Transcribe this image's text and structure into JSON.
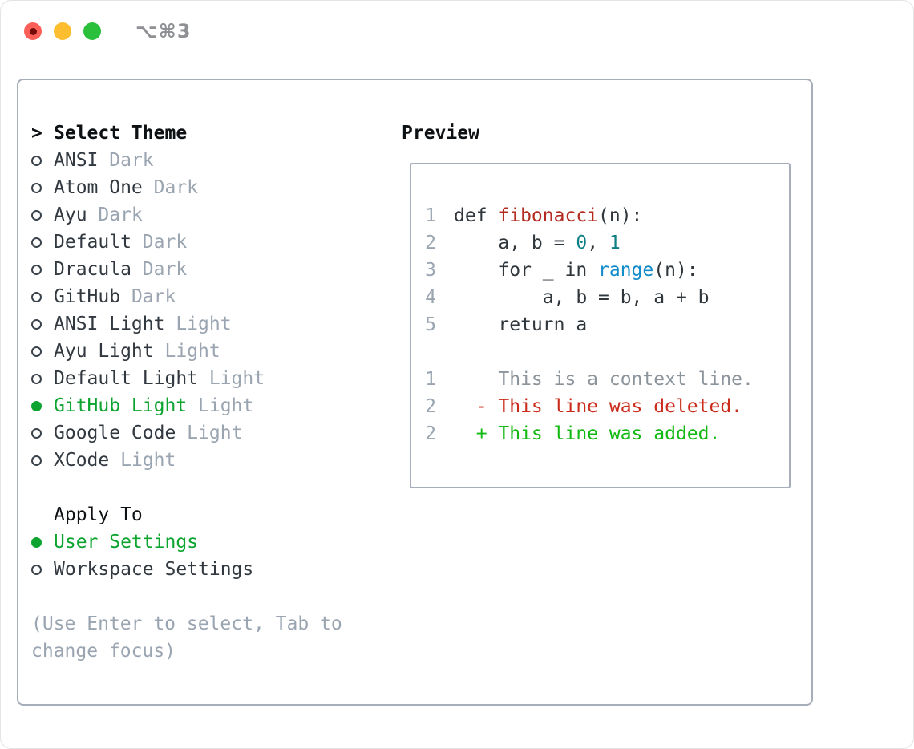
{
  "titlebar": {
    "title": "⌥⌘3"
  },
  "theme_picker": {
    "prompt": ">",
    "header": "Select Theme",
    "items": [
      {
        "name": "ANSI",
        "variant": "Dark",
        "selected": false
      },
      {
        "name": "Atom One",
        "variant": "Dark",
        "selected": false
      },
      {
        "name": "Ayu",
        "variant": "Dark",
        "selected": false
      },
      {
        "name": "Default",
        "variant": "Dark",
        "selected": false
      },
      {
        "name": "Dracula",
        "variant": "Dark",
        "selected": false
      },
      {
        "name": "GitHub",
        "variant": "Dark",
        "selected": false
      },
      {
        "name": "ANSI Light",
        "variant": "Light",
        "selected": false
      },
      {
        "name": "Ayu Light",
        "variant": "Light",
        "selected": false
      },
      {
        "name": "Default Light",
        "variant": "Light",
        "selected": false
      },
      {
        "name": "GitHub Light",
        "variant": "Light",
        "selected": true
      },
      {
        "name": "Google Code",
        "variant": "Light",
        "selected": false
      },
      {
        "name": "XCode",
        "variant": "Light",
        "selected": false
      }
    ],
    "apply_to": {
      "header": "Apply To",
      "options": [
        {
          "label": "User Settings",
          "selected": true
        },
        {
          "label": "Workspace Settings",
          "selected": false
        }
      ]
    },
    "help": "(Use Enter to select, Tab to change focus)"
  },
  "preview": {
    "title": "Preview",
    "code_lines": [
      {
        "num": "1",
        "tokens": [
          {
            "text": "def ",
            "color": "code"
          },
          {
            "text": "fibonacci",
            "color": "function"
          },
          {
            "text": "(n):",
            "color": "code"
          }
        ]
      },
      {
        "num": "2",
        "tokens": [
          {
            "text": "    a, b = ",
            "color": "code"
          },
          {
            "text": "0",
            "color": "number"
          },
          {
            "text": ", ",
            "color": "code"
          },
          {
            "text": "1",
            "color": "number"
          }
        ]
      },
      {
        "num": "3",
        "tokens": [
          {
            "text": "    for _ in ",
            "color": "code"
          },
          {
            "text": "range",
            "color": "builtin"
          },
          {
            "text": "(n):",
            "color": "code"
          }
        ]
      },
      {
        "num": "4",
        "tokens": [
          {
            "text": "        a, b = b, a + b",
            "color": "code"
          }
        ]
      },
      {
        "num": "5",
        "tokens": [
          {
            "text": "    return a",
            "color": "code"
          }
        ]
      }
    ],
    "diff_lines": [
      {
        "num": "1",
        "text": "    This is a context line.",
        "kind": "context"
      },
      {
        "num": "2",
        "text": "  - This line was deleted.",
        "kind": "deleted"
      },
      {
        "num": "2",
        "text": "  + This line was added.",
        "kind": "added"
      }
    ]
  },
  "colors": {
    "window_border": "#e4e4e4",
    "panel_border": "#a6aeb9",
    "traffic_red": "#fb5f57",
    "traffic_red_dot": "#750b09",
    "traffic_yellow": "#fcbd2e",
    "traffic_green": "#2ac03c",
    "title_gray": "#8e9094",
    "black": "#0e1114",
    "text": "#31383f",
    "muted": "#9aa5b1",
    "context_gray": "#8b939b",
    "green": "#0ca42f",
    "diff_red": "#ca2b1a",
    "diff_green": "#13b913",
    "func_red": "#b32a1e",
    "num_teal": "#0e7f85",
    "builtin_blue": "#118bc9",
    "code": "#2f363c",
    "radio_ring": "#3a424b"
  }
}
